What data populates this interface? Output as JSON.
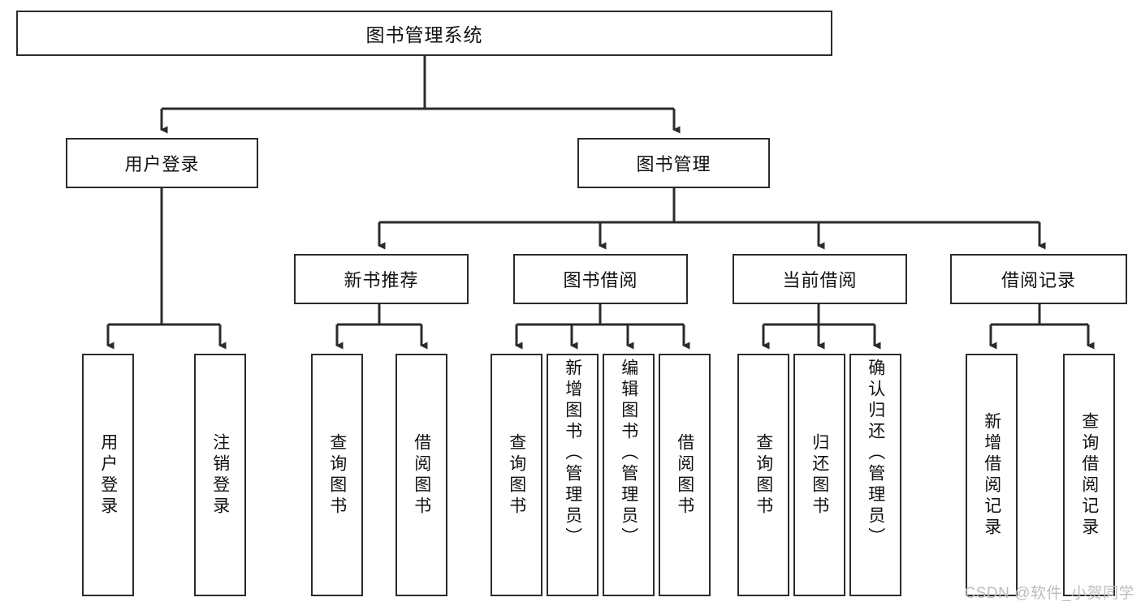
{
  "diagram": {
    "title": "图书管理系统",
    "root": {
      "label": "图书管理系统"
    },
    "level2": [
      {
        "label": "用户登录"
      },
      {
        "label": "图书管理"
      }
    ],
    "level3": [
      {
        "label": "新书推荐"
      },
      {
        "label": "图书借阅"
      },
      {
        "label": "当前借阅"
      },
      {
        "label": "借阅记录"
      }
    ],
    "leaves": {
      "user_login": [
        {
          "label": "用户登录"
        },
        {
          "label": "注销登录"
        }
      ],
      "new_book": [
        {
          "label": "查询图书"
        },
        {
          "label": "借阅图书"
        }
      ],
      "book_borrow": [
        {
          "label": "查询图书"
        },
        {
          "label": "新增图书（管理员）"
        },
        {
          "label": "编辑图书（管理员）"
        },
        {
          "label": "借阅图书"
        }
      ],
      "current_borrow": [
        {
          "label": "查询图书"
        },
        {
          "label": "归还图书"
        },
        {
          "label": "确认归还（管理员）"
        }
      ],
      "borrow_record": [
        {
          "label": "新增借阅记录"
        },
        {
          "label": "查询借阅记录"
        }
      ]
    }
  },
  "watermark": {
    "text": "CSDN @软件_小贺同学"
  },
  "colors": {
    "stroke": "#2b2b2b",
    "text": "#111111",
    "background": "#ffffff",
    "watermark": "#bdbdbd"
  }
}
